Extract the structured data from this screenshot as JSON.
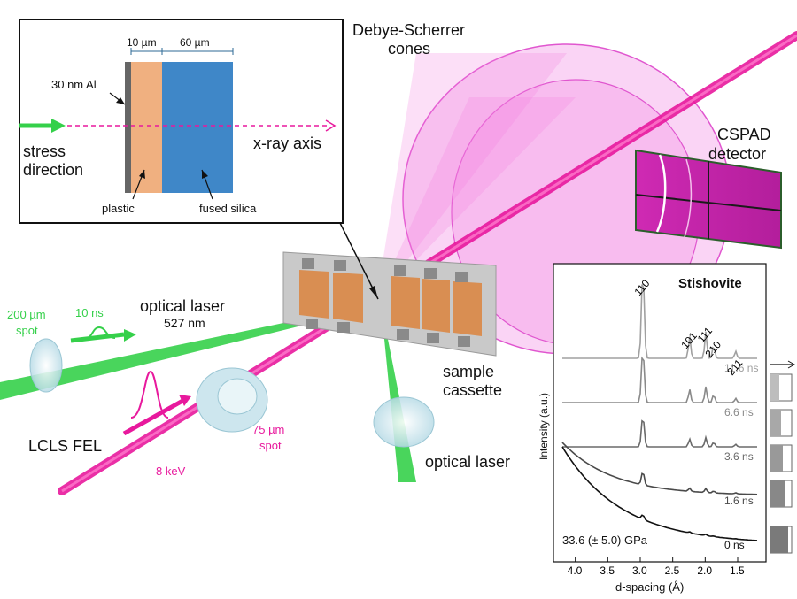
{
  "inset": {
    "dim_plastic": "10 µm",
    "dim_silica": "60 µm",
    "al_label": "30 nm Al",
    "stress_label_1": "stress",
    "stress_label_2": "direction",
    "axis_label": "x-ray axis",
    "plastic_label": "plastic",
    "silica_label": "fused silica"
  },
  "labels": {
    "debye_1": "Debye-Scherrer",
    "debye_2": "cones",
    "cspad_1": "CSPAD",
    "cspad_2": "detector",
    "spot200_1": "200 µm",
    "spot200_2": "spot",
    "pulse_10ns": "10 ns",
    "optical_laser": "optical laser",
    "wavelength": "527 nm",
    "lcls": "LCLS FEL",
    "energy": "8 keV",
    "spot75_1": "75 µm",
    "spot75_2": "spot",
    "cassette_1": "sample",
    "cassette_2": "cassette",
    "optical_laser_2": "optical laser"
  },
  "colors": {
    "xray": "#e8199d",
    "laser": "#35d04a",
    "plastic": "#f0b080",
    "silica": "#3f87c8",
    "cone": "#f280e0"
  },
  "chart_data": {
    "type": "line",
    "title": "Stishovite",
    "xlabel": "d-spacing (Å)",
    "ylabel": "Intensity (a.u.)",
    "x_reversed": true,
    "xlim": [
      4.2,
      1.2
    ],
    "x_ticks": [
      "4.0",
      "3.5",
      "3.0",
      "2.5",
      "2.0",
      "1.5"
    ],
    "annotation": "33.6 (± 5.0) GPa",
    "peak_labels": [
      "110",
      "101",
      "111",
      "210",
      "211"
    ],
    "peak_positions": [
      2.96,
      2.24,
      1.99,
      1.87,
      1.53
    ],
    "series": [
      {
        "name": "11.6 ns",
        "color": "#a0a0a0"
      },
      {
        "name": "6.6 ns",
        "color": "#8a8a8a"
      },
      {
        "name": "3.6 ns",
        "color": "#6a6a6a"
      },
      {
        "name": "1.6 ns",
        "color": "#4a4a4a"
      },
      {
        "name": "0 ns",
        "color": "#111111"
      }
    ]
  }
}
